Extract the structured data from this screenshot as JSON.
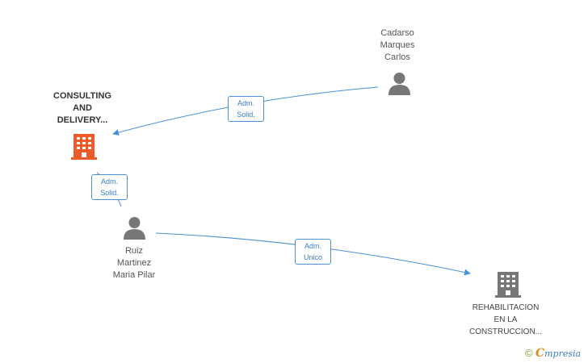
{
  "nodes": {
    "person_cadarso": {
      "name_lines": [
        "Cadarso",
        "Marques",
        "Carlos"
      ],
      "icon": "person-icon"
    },
    "company_consulting": {
      "name_lines": [
        "CONSULTING",
        "AND",
        "DELIVERY..."
      ],
      "icon": "building-icon",
      "color": "#f05a28"
    },
    "person_ruiz": {
      "name_lines": [
        "Ruiz",
        "Martinez",
        "Maria Pilar"
      ],
      "icon": "person-icon"
    },
    "company_rehabilitacion": {
      "name_lines": [
        "REHABILITACION",
        "EN LA",
        "CONSTRUCCION..."
      ],
      "icon": "building-icon",
      "color": "#777777"
    }
  },
  "edges": [
    {
      "from": "person_cadarso",
      "to": "company_consulting",
      "label_lines": [
        "Adm.",
        "Solid."
      ]
    },
    {
      "from": "person_ruiz",
      "to": "company_consulting",
      "label_lines": [
        "Adm.",
        "Solid."
      ]
    },
    {
      "from": "person_ruiz",
      "to": "company_rehabilitacion",
      "label_lines": [
        "Adm.",
        "Unico"
      ]
    }
  ],
  "colors": {
    "edge": "#4a90d9",
    "person_icon": "#777777"
  },
  "brand": {
    "copyright_symbol": "©",
    "logo_initial": "C",
    "logo_rest": "mpresia"
  }
}
